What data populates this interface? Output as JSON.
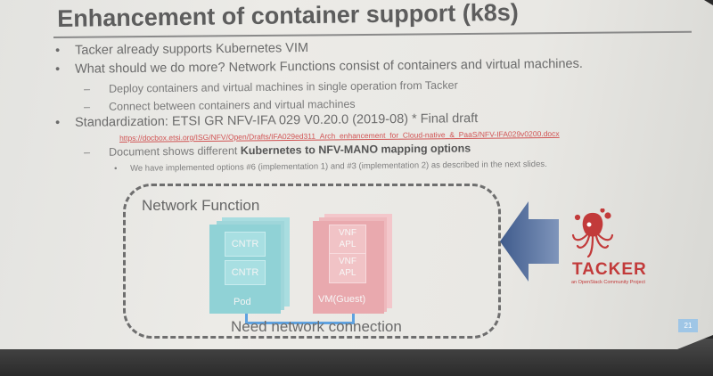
{
  "slide": {
    "title": "Enhancement of container support (k8s)",
    "bullets": {
      "b1": "Tacker already supports Kubernetes VIM",
      "b2": "What should we do more? Network Functions consist of containers and virtual machines.",
      "b2_sub1": "Deploy containers and virtual machines in single operation from Tacker",
      "b2_sub2": "Connect between containers and virtual machines",
      "b3": "Standardization: ETSI GR NFV-IFA 029 V0.20.0 (2019-08)  * Final draft",
      "b3_link": "https://docbox.etsi.org/ISG/NFV/Open/Drafts/IFA029ed311_Arch_enhancement_for_Cloud-native_&_PaaS/NFV-IFA029v0200.docx",
      "b3_sub_prefix": "Document shows different ",
      "b3_sub_bold": "Kubernetes to NFV-MANO mapping options",
      "b3_sub_sub": "We have implemented options #6 (implementation 1) and #3 (implementation 2) as described in the next slides."
    },
    "diagram": {
      "group_label": "Network Function",
      "cntr1": "CNTR",
      "cntr2": "CNTR",
      "pod_label": "Pod",
      "vnf1_line1": "VNF",
      "vnf1_line2": "APL",
      "vnf2_line1": "VNF",
      "vnf2_line2": "APL",
      "vm_label": "VM(Guest)",
      "connection_label": "Need network connection"
    },
    "logo": {
      "name": "TACKER",
      "tagline": "an OpenStack Community Project"
    },
    "page_number": "21",
    "bullet_glyph": "•",
    "dash_glyph": "–",
    "colors": {
      "pod": "#90d2d6",
      "vm": "#e9a9ae",
      "connection": "#5fa2e0",
      "arrow": "#5f7aa8",
      "logo": "#c23a3a"
    }
  }
}
